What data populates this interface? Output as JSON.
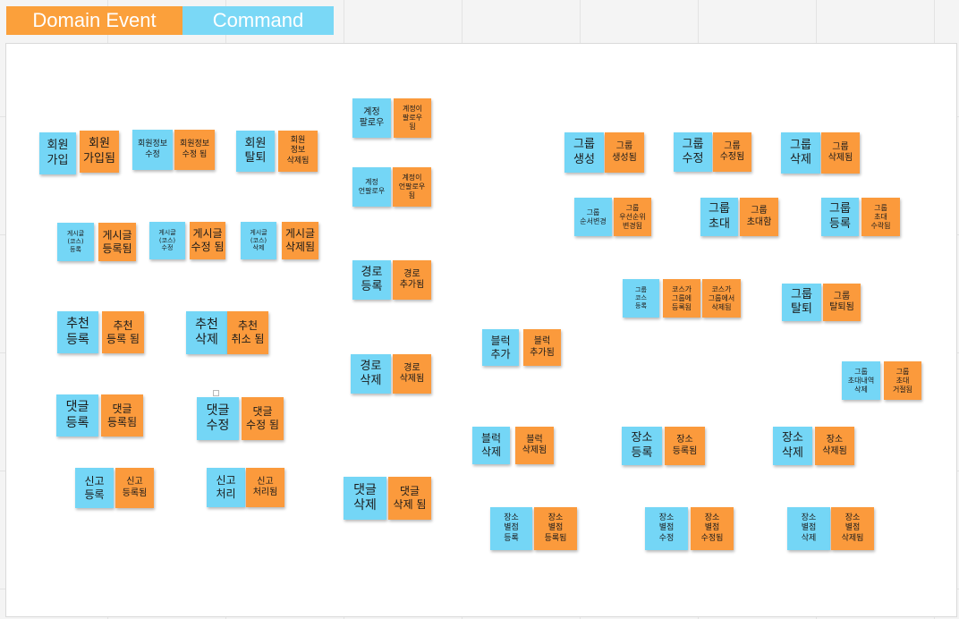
{
  "legend": {
    "event": "Domain Event",
    "command": "Command"
  },
  "colors": {
    "event": "#fb9a3c",
    "command": "#74d6f6",
    "board": "#ffffff"
  },
  "notes": [
    {
      "kind": "command",
      "text": "회원\n가입"
    },
    {
      "kind": "event",
      "text": "회원\n가입됨"
    },
    {
      "kind": "command",
      "text": "회원정보\n수정"
    },
    {
      "kind": "event",
      "text": "회원정보\n수정 됨"
    },
    {
      "kind": "command",
      "text": "회원\n탈퇴"
    },
    {
      "kind": "event",
      "text": "회원\n정보\n삭제됨"
    },
    {
      "kind": "command",
      "text": "게시글\n(코스)\n등록"
    },
    {
      "kind": "event",
      "text": "게시글\n등록됨"
    },
    {
      "kind": "command",
      "text": "게시글\n(코스)\n수정"
    },
    {
      "kind": "event",
      "text": "게시글\n수정 됨"
    },
    {
      "kind": "command",
      "text": "게시글\n(코스)\n삭제"
    },
    {
      "kind": "event",
      "text": "게시글\n삭제됨"
    },
    {
      "kind": "command",
      "text": "추천\n등록"
    },
    {
      "kind": "event",
      "text": "추천\n등록 됨"
    },
    {
      "kind": "command",
      "text": "추천\n삭제"
    },
    {
      "kind": "event",
      "text": "추천\n취소 됨"
    },
    {
      "kind": "command",
      "text": "댓글\n등록"
    },
    {
      "kind": "event",
      "text": "댓글\n등록됨"
    },
    {
      "kind": "command",
      "text": "댓글\n수정"
    },
    {
      "kind": "event",
      "text": "댓글\n수정 됨"
    },
    {
      "kind": "command",
      "text": "신고\n등록"
    },
    {
      "kind": "event",
      "text": "신고\n등록됨"
    },
    {
      "kind": "command",
      "text": "신고\n처리"
    },
    {
      "kind": "event",
      "text": "신고\n처리됨"
    },
    {
      "kind": "command",
      "text": "계정\n팔로우"
    },
    {
      "kind": "event",
      "text": "계정이\n팔로우\n됨"
    },
    {
      "kind": "command",
      "text": "계정\n언팔로우"
    },
    {
      "kind": "event",
      "text": "계정이\n언팔로우\n됨"
    },
    {
      "kind": "command",
      "text": "경로\n등록"
    },
    {
      "kind": "event",
      "text": "경로\n추가됨"
    },
    {
      "kind": "command",
      "text": "경로\n삭제"
    },
    {
      "kind": "event",
      "text": "경로\n삭제됨"
    },
    {
      "kind": "command",
      "text": "댓글\n삭제"
    },
    {
      "kind": "event",
      "text": "댓글\n삭제 됨"
    },
    {
      "kind": "command",
      "text": "블럭\n추가"
    },
    {
      "kind": "event",
      "text": "블럭\n추가됨"
    },
    {
      "kind": "command",
      "text": "블럭\n삭제"
    },
    {
      "kind": "event",
      "text": "블럭\n삭제됨"
    },
    {
      "kind": "command",
      "text": "장소\n별점\n등록"
    },
    {
      "kind": "event",
      "text": "장소\n별점\n등록됨"
    },
    {
      "kind": "command",
      "text": "그룹\n생성"
    },
    {
      "kind": "event",
      "text": "그룹\n생성됨"
    },
    {
      "kind": "command",
      "text": "그룹\n수정"
    },
    {
      "kind": "event",
      "text": "그룹\n수정됨"
    },
    {
      "kind": "command",
      "text": "그룹\n삭제"
    },
    {
      "kind": "event",
      "text": "그룹\n삭제됨"
    },
    {
      "kind": "command",
      "text": "그룹\n순서변경"
    },
    {
      "kind": "event",
      "text": "그룹\n우선순위\n변경됨"
    },
    {
      "kind": "command",
      "text": "그룹\n초대"
    },
    {
      "kind": "event",
      "text": "그룹\n초대함"
    },
    {
      "kind": "command",
      "text": "그룹\n등록"
    },
    {
      "kind": "event",
      "text": "그룹\n초대\n수락됨"
    },
    {
      "kind": "command",
      "text": "그룹\n코스\n등록"
    },
    {
      "kind": "event",
      "text": "코스가\n그룹에\n등록됨"
    },
    {
      "kind": "event",
      "text": "코스가\n그룹에서\n삭제됨"
    },
    {
      "kind": "command",
      "text": "그룹\n탈퇴"
    },
    {
      "kind": "event",
      "text": "그룹\n탈퇴됨"
    },
    {
      "kind": "command",
      "text": "그룹\n초대내역\n삭제"
    },
    {
      "kind": "event",
      "text": "그룹\n초대\n거절됨"
    },
    {
      "kind": "command",
      "text": "장소\n등록"
    },
    {
      "kind": "event",
      "text": "장소\n등록됨"
    },
    {
      "kind": "command",
      "text": "장소\n삭제"
    },
    {
      "kind": "event",
      "text": "장소\n삭제됨"
    },
    {
      "kind": "command",
      "text": "장소\n별점\n수정"
    },
    {
      "kind": "event",
      "text": "장소\n별점\n수정됨"
    },
    {
      "kind": "command",
      "text": "장소\n별점\n삭제"
    },
    {
      "kind": "event",
      "text": "장소\n별점\n삭제됨"
    }
  ]
}
